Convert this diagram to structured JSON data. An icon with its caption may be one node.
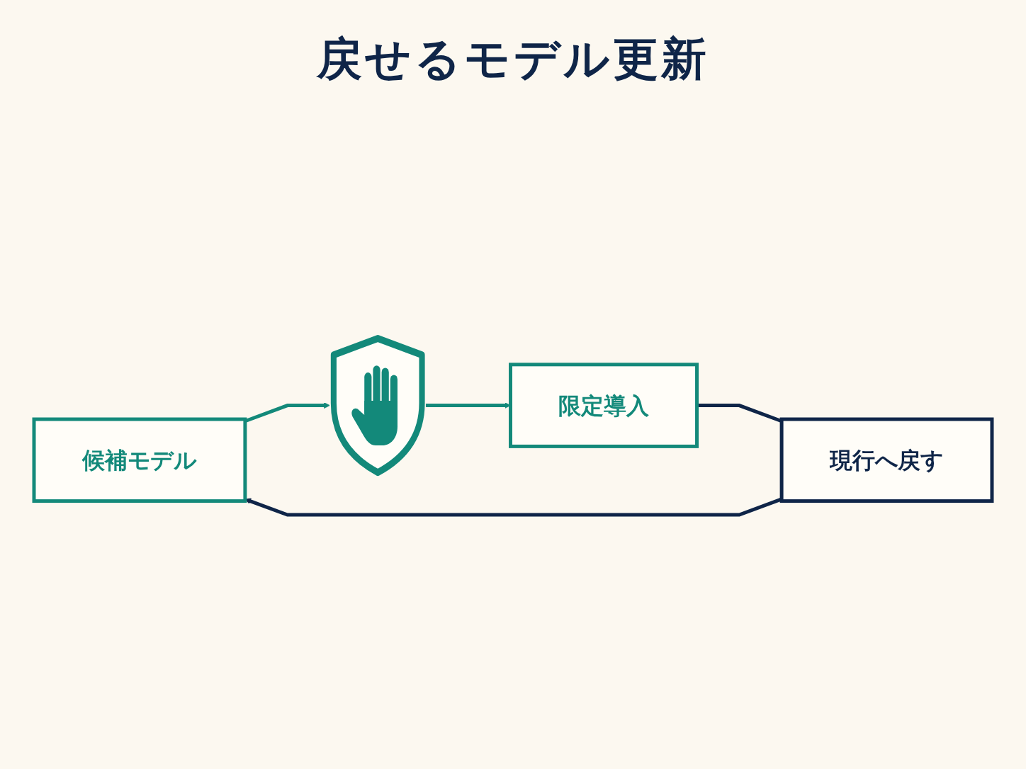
{
  "diagram": {
    "title": "戻せるモデル更新",
    "nodes": [
      {
        "text": [
          "候補モデル"
        ]
      },
      {
        "text": [],
        "shape": "picture"
      },
      {
        "text": [
          "限定導入"
        ]
      },
      {
        "text": [
          "現行へ戻す"
        ]
      }
    ],
    "edges": [
      {
        "from": 0,
        "to": 1,
        "arrow": "to",
        "color": "#13897a"
      },
      {
        "from": 1,
        "to": 2,
        "arrow": "to",
        "color": "#13897a"
      },
      {
        "from": 2,
        "to": 3,
        "arrow": "none",
        "color": "#0f2548"
      },
      {
        "from": 3,
        "to": 0,
        "arrow": "to",
        "color": "#0f2548"
      }
    ]
  }
}
